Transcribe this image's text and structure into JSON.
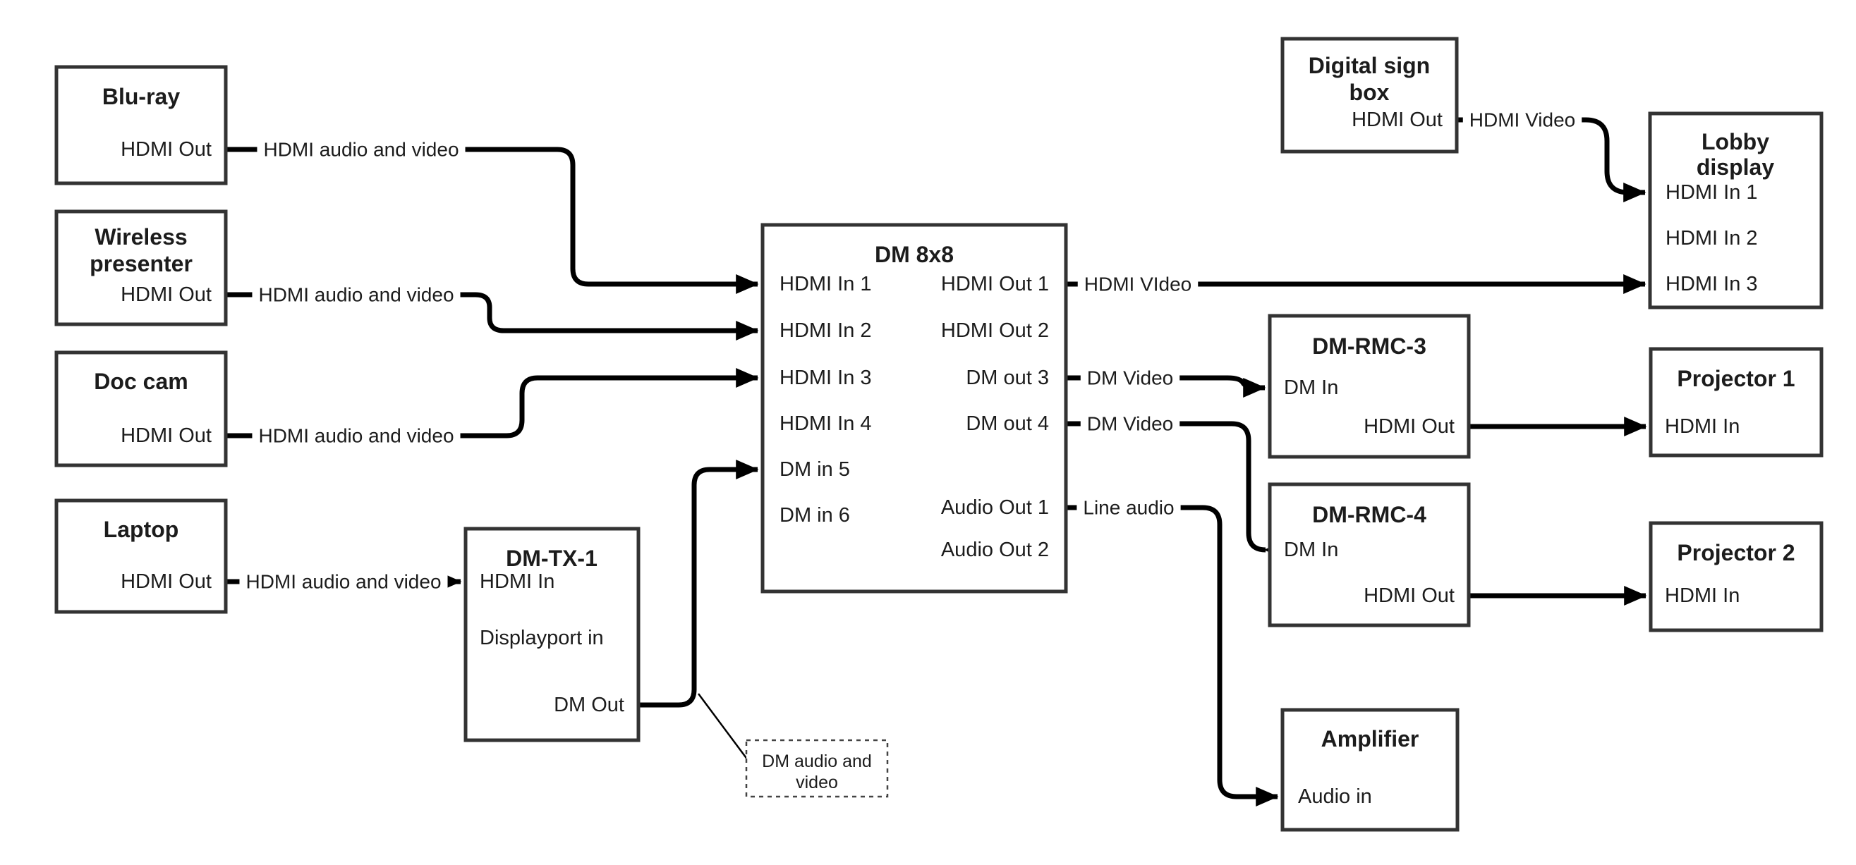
{
  "diagram": {
    "nodes": {
      "bluray": {
        "title": [
          "Blu-ray"
        ],
        "ports": {
          "out": "HDMI Out"
        }
      },
      "wireless": {
        "title": [
          "Wireless",
          "presenter"
        ],
        "ports": {
          "out": "HDMI Out"
        }
      },
      "doccam": {
        "title": [
          "Doc cam"
        ],
        "ports": {
          "out": "HDMI Out"
        }
      },
      "laptop": {
        "title": [
          "Laptop"
        ],
        "ports": {
          "out": "HDMI Out"
        }
      },
      "dmtx1": {
        "title": [
          "DM-TX-1"
        ],
        "ports": {
          "hdmi_in": "HDMI In",
          "dp_in": "Displayport in",
          "dm_out": "DM Out"
        }
      },
      "dm8x8": {
        "title": [
          "DM 8x8"
        ],
        "left_ports": [
          "HDMI In 1",
          "HDMI In 2",
          "HDMI In 3",
          "HDMI In 4",
          "DM in 5",
          "DM in 6"
        ],
        "right_ports": [
          "HDMI Out 1",
          "HDMI Out 2",
          "DM out 3",
          "DM out 4",
          "Audio Out 1",
          "Audio Out 2"
        ]
      },
      "digitalsign": {
        "title": [
          "Digital sign",
          "box"
        ],
        "ports": {
          "out": "HDMI Out"
        }
      },
      "lobby": {
        "title": [
          "Lobby",
          "display"
        ],
        "inputs": [
          "HDMI In 1",
          "HDMI In 2",
          "HDMI In 3"
        ]
      },
      "dmrmc3": {
        "title": [
          "DM-RMC-3"
        ],
        "ports": {
          "dm_in": "DM In",
          "hdmi_out": "HDMI Out"
        }
      },
      "proj1": {
        "title": [
          "Projector 1"
        ],
        "ports": {
          "hdmi_in": "HDMI In"
        }
      },
      "dmrmc4": {
        "title": [
          "DM-RMC-4"
        ],
        "ports": {
          "dm_in": "DM In",
          "hdmi_out": "HDMI Out"
        }
      },
      "proj2": {
        "title": [
          "Projector 2"
        ],
        "ports": {
          "hdmi_in": "HDMI In"
        }
      },
      "amplifier": {
        "title": [
          "Amplifier"
        ],
        "ports": {
          "audio_in": "Audio in"
        }
      }
    },
    "wire_labels": {
      "bluray_wire": "HDMI audio and video",
      "wireless_wire": "HDMI audio and video",
      "doccam_wire": "HDMI audio and video",
      "laptop_wire": "HDMI audio and video",
      "hdmiout1_wire": "HDMI VIdeo",
      "sign_wire": "HDMI Video",
      "dmout3_wire": "DM Video",
      "dmout4_wire": "DM Video",
      "audio_wire": "Line audio"
    },
    "note": {
      "lines": [
        "DM audio and",
        "video"
      ]
    },
    "connections": [
      {
        "from": "Blu-ray / HDMI Out",
        "to": "DM 8x8 / HDMI In 1",
        "label": "HDMI audio and video"
      },
      {
        "from": "Wireless presenter / HDMI Out",
        "to": "DM 8x8 / HDMI In 2",
        "label": "HDMI audio and video"
      },
      {
        "from": "Doc cam / HDMI Out",
        "to": "DM 8x8 / HDMI In 3",
        "label": "HDMI audio and video"
      },
      {
        "from": "Laptop / HDMI Out",
        "to": "DM-TX-1 / HDMI In",
        "label": "HDMI audio and video"
      },
      {
        "from": "DM-TX-1 / DM Out",
        "to": "DM 8x8 / DM in 5",
        "label": "DM audio and video"
      },
      {
        "from": "DM 8x8 / HDMI Out 1",
        "to": "Lobby display / HDMI In 3",
        "label": "HDMI VIdeo"
      },
      {
        "from": "Digital sign box / HDMI Out",
        "to": "Lobby display / HDMI In 1",
        "label": "HDMI Video"
      },
      {
        "from": "DM 8x8 / DM out 3",
        "to": "DM-RMC-3 / DM In",
        "label": "DM Video"
      },
      {
        "from": "DM 8x8 / DM out 4",
        "to": "DM-RMC-4 / DM In",
        "label": "DM Video"
      },
      {
        "from": "DM 8x8 / Audio Out 1",
        "to": "Amplifier / Audio in",
        "label": "Line audio"
      },
      {
        "from": "DM-RMC-3 / HDMI Out",
        "to": "Projector 1 / HDMI In",
        "label": ""
      },
      {
        "from": "DM-RMC-4 / HDMI Out",
        "to": "Projector 2 / HDMI In",
        "label": ""
      }
    ],
    "colors": {
      "wire": "#000000",
      "box_border": "#333333",
      "background": "#ffffff"
    }
  }
}
